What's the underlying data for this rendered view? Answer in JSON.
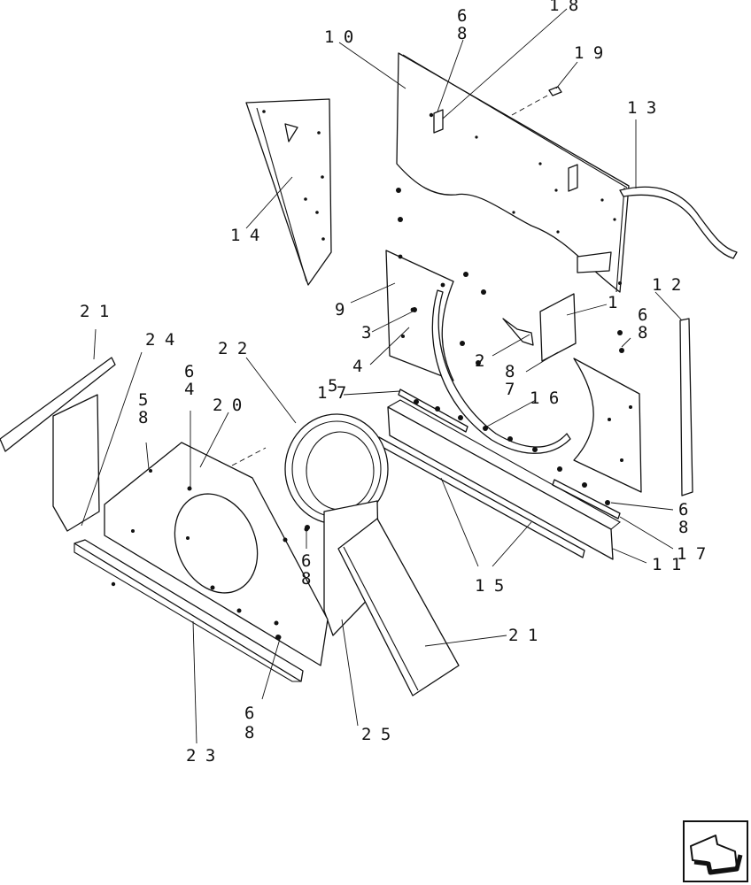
{
  "callouts": [
    {
      "id": "c1",
      "text": "1"
    },
    {
      "id": "c2",
      "text": "2"
    },
    {
      "id": "c3",
      "text": "3"
    },
    {
      "id": "c4",
      "text": "4"
    },
    {
      "id": "c5a",
      "text": "5"
    },
    {
      "id": "c5b",
      "text": "5"
    },
    {
      "id": "c6a",
      "text": "6"
    },
    {
      "id": "c6b",
      "text": "6"
    },
    {
      "id": "c6c",
      "text": "6"
    },
    {
      "id": "c6d",
      "text": "6"
    },
    {
      "id": "c6e",
      "text": "6"
    },
    {
      "id": "c6f",
      "text": "6"
    },
    {
      "id": "c7",
      "text": "7"
    },
    {
      "id": "c8a",
      "text": "8"
    },
    {
      "id": "c8b",
      "text": "8"
    },
    {
      "id": "c8c",
      "text": "8"
    },
    {
      "id": "c8d",
      "text": "8"
    },
    {
      "id": "c8e",
      "text": "8"
    },
    {
      "id": "c8f",
      "text": "8"
    },
    {
      "id": "c8g",
      "text": "8"
    },
    {
      "id": "c8h",
      "text": "8"
    },
    {
      "id": "c9",
      "text": "9"
    },
    {
      "id": "c10",
      "text": "10"
    },
    {
      "id": "c11",
      "text": "11"
    },
    {
      "id": "c12",
      "text": "12"
    },
    {
      "id": "c13",
      "text": "13"
    },
    {
      "id": "c14",
      "text": "14"
    },
    {
      "id": "c15",
      "text": "15"
    },
    {
      "id": "c16",
      "text": "16"
    },
    {
      "id": "c17a",
      "text": "17"
    },
    {
      "id": "c17b",
      "text": "17"
    },
    {
      "id": "c18",
      "text": "18"
    },
    {
      "id": "c19",
      "text": "19"
    },
    {
      "id": "c20",
      "text": "20"
    },
    {
      "id": "c21a",
      "text": "21"
    },
    {
      "id": "c21b",
      "text": "21"
    },
    {
      "id": "c22",
      "text": "22"
    },
    {
      "id": "c23",
      "text": "23"
    },
    {
      "id": "c24",
      "text": "24"
    },
    {
      "id": "c25",
      "text": "25"
    }
  ],
  "nav": {
    "icon": "next-page-arrow-icon"
  }
}
